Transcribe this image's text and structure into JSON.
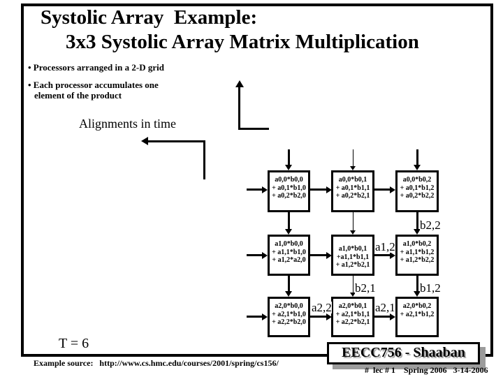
{
  "colors": {
    "ink": "#000000",
    "background": "#ffffff",
    "banner_shadow": "#9c9c9c"
  },
  "slide": {
    "title_line1": "Systolic Array  Example:",
    "title_line2": "3x3 Systolic Array Matrix Multiplication",
    "bullet1": "• Processors arranged in a 2-D grid",
    "bullet2_line1": "• Each processor accumulates one",
    "bullet2_line2": "element of the product",
    "alignments_label": "Alignments in time",
    "time_label": "T = 6",
    "source_label": "Example source:   http://www.cs.hmc.edu/courses/2001/spring/cs156/"
  },
  "footer": {
    "course_banner": "EECC756 - Shaaban",
    "lecture_line": "#  lec # 1    Spring 2006   3-14-2006"
  },
  "grid": {
    "boxes": [
      {
        "id": "r0c0",
        "lines": [
          "a0,0*b0,0",
          "+ a0,1*b1,0",
          "+ a0,2*b2,0"
        ]
      },
      {
        "id": "r0c1",
        "lines": [
          "a0,0*b0,1",
          "+ a0,1*b1,1",
          "+ a0,2*b2,1"
        ]
      },
      {
        "id": "r0c2",
        "lines": [
          "a0,0*b0,2",
          "+ a0,1*b1,2",
          "+ a0,2*b2,2"
        ]
      },
      {
        "id": "r1c0",
        "lines": [
          "a1,0*b0,0",
          "+ a1,1*b1,0",
          "+ a1,2*a2,0"
        ]
      },
      {
        "id": "r1c1",
        "lines": [
          "a1,0*b0,1",
          "+a1,1*b1,1",
          "+ a1,2*b2,1"
        ]
      },
      {
        "id": "r1c2",
        "lines": [
          "a1,0*b0,2",
          "+ a1,1*b1,2",
          "+ a1,2*b2,2"
        ]
      },
      {
        "id": "r2c0",
        "lines": [
          "a2,0*b0,0",
          "+ a2,1*b1,0",
          "+ a2,2*b2,0"
        ]
      },
      {
        "id": "r2c1",
        "lines": [
          "a2,0*b0,1",
          "+ a2,1*b1,1",
          "+ a2,2*b2,1"
        ]
      },
      {
        "id": "r2c2",
        "lines": [
          "a2,0*b0,2",
          "+ a2,1*b1,2"
        ]
      }
    ],
    "edge_labels": {
      "b22": "b2,2",
      "a12": "a1,2",
      "b21": "b2,1",
      "b12": "b1,2",
      "a22": "a2,2",
      "a21": "a2,1"
    }
  }
}
